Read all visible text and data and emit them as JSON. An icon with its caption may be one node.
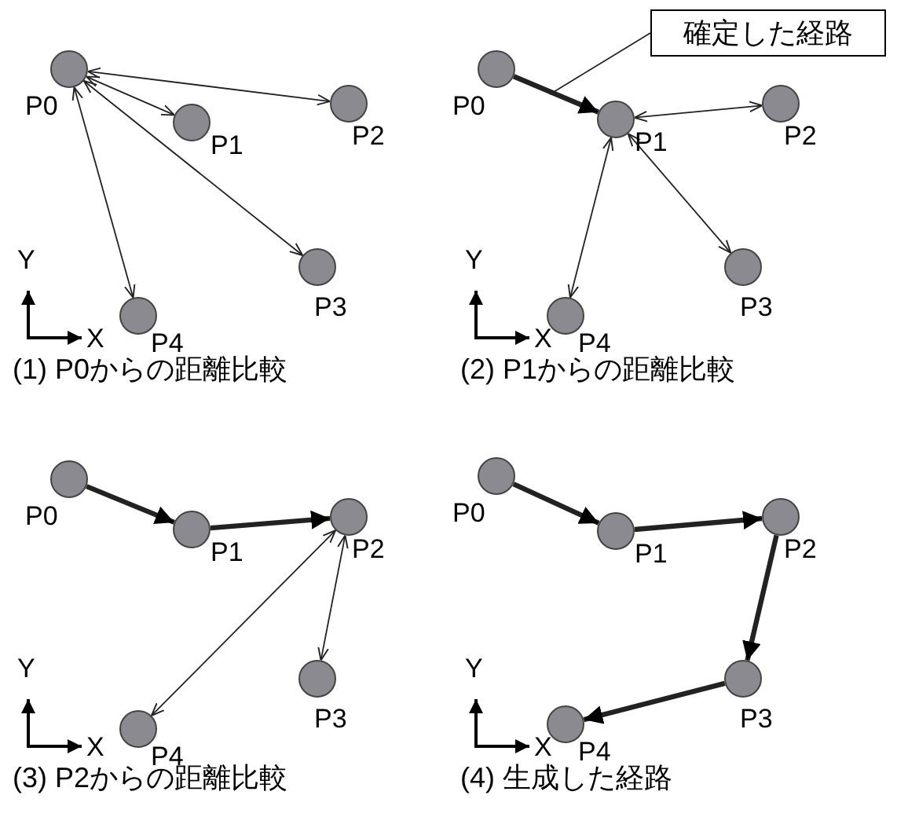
{
  "diagram": {
    "nodes": [
      {
        "text": [],
        "shape": "circle",
        "beside": [
          "P0"
        ]
      },
      {
        "text": [],
        "shape": "circle",
        "beside": [
          "P1"
        ]
      },
      {
        "text": [],
        "shape": "circle",
        "beside": [
          "P2"
        ]
      },
      {
        "text": [],
        "shape": "circle",
        "beside": [
          "P3"
        ]
      },
      {
        "text": [],
        "shape": "circle",
        "beside": [
          "P4"
        ]
      },
      {
        "text": [],
        "shape": "circle",
        "beside": [
          "P0"
        ]
      },
      {
        "text": [],
        "shape": "circle",
        "beside": [
          "P1"
        ]
      },
      {
        "text": [],
        "shape": "circle",
        "beside": [
          "P2"
        ]
      },
      {
        "text": [],
        "shape": "circle",
        "beside": [
          "P3"
        ]
      },
      {
        "text": [],
        "shape": "circle",
        "beside": [
          "P4"
        ]
      },
      {
        "text": [
          "確定した経路"
        ]
      },
      {
        "text": [],
        "shape": "circle",
        "beside": [
          "P0"
        ]
      },
      {
        "text": [],
        "shape": "circle",
        "beside": [
          "P1"
        ]
      },
      {
        "text": [],
        "shape": "circle",
        "beside": [
          "P2"
        ]
      },
      {
        "text": [],
        "shape": "circle",
        "beside": [
          "P3"
        ]
      },
      {
        "text": [],
        "shape": "circle",
        "beside": [
          "P4"
        ]
      },
      {
        "text": [],
        "shape": "circle",
        "beside": [
          "P0"
        ]
      },
      {
        "text": [],
        "shape": "circle",
        "beside": [
          "P1"
        ]
      },
      {
        "text": [],
        "shape": "circle",
        "beside": [
          "P2"
        ]
      },
      {
        "text": [],
        "shape": "circle",
        "beside": [
          "P3"
        ]
      },
      {
        "text": [],
        "shape": "circle",
        "beside": [
          "P4"
        ]
      }
    ],
    "edges": [
      {
        "from": 0,
        "to": 1,
        "arrow": "both"
      },
      {
        "from": 0,
        "to": 2,
        "arrow": "both"
      },
      {
        "from": 0,
        "to": 3,
        "arrow": "both"
      },
      {
        "from": 0,
        "to": 4,
        "arrow": "both"
      },
      {
        "from": 5,
        "to": 6,
        "arrow": "to",
        "style": "thick"
      },
      {
        "from": 6,
        "to": 7,
        "arrow": "both"
      },
      {
        "from": 6,
        "to": 8,
        "arrow": "both"
      },
      {
        "from": 6,
        "to": 9,
        "arrow": "both"
      },
      {
        "from": 10,
        "to": null,
        "arrow": "none"
      },
      {
        "from": 11,
        "to": 12,
        "arrow": "to",
        "style": "thick"
      },
      {
        "from": 12,
        "to": 13,
        "arrow": "to",
        "style": "thick"
      },
      {
        "from": 13,
        "to": 14,
        "arrow": "both"
      },
      {
        "from": 13,
        "to": 15,
        "arrow": "both"
      },
      {
        "from": 16,
        "to": 17,
        "arrow": "to",
        "style": "thick"
      },
      {
        "from": 17,
        "to": 18,
        "arrow": "to",
        "style": "thick"
      },
      {
        "from": 18,
        "to": 19,
        "arrow": "to",
        "style": "thick"
      },
      {
        "from": 19,
        "to": 20,
        "arrow": "to",
        "style": "thick"
      }
    ],
    "labels": [
      "Y",
      "X",
      "(1) P0からの距離比較",
      "Y",
      "X",
      "(2) P1からの距離比較",
      "Y",
      "X",
      "(3) P2からの距離比較",
      "Y",
      "X",
      "(4) 生成した経路"
    ]
  }
}
